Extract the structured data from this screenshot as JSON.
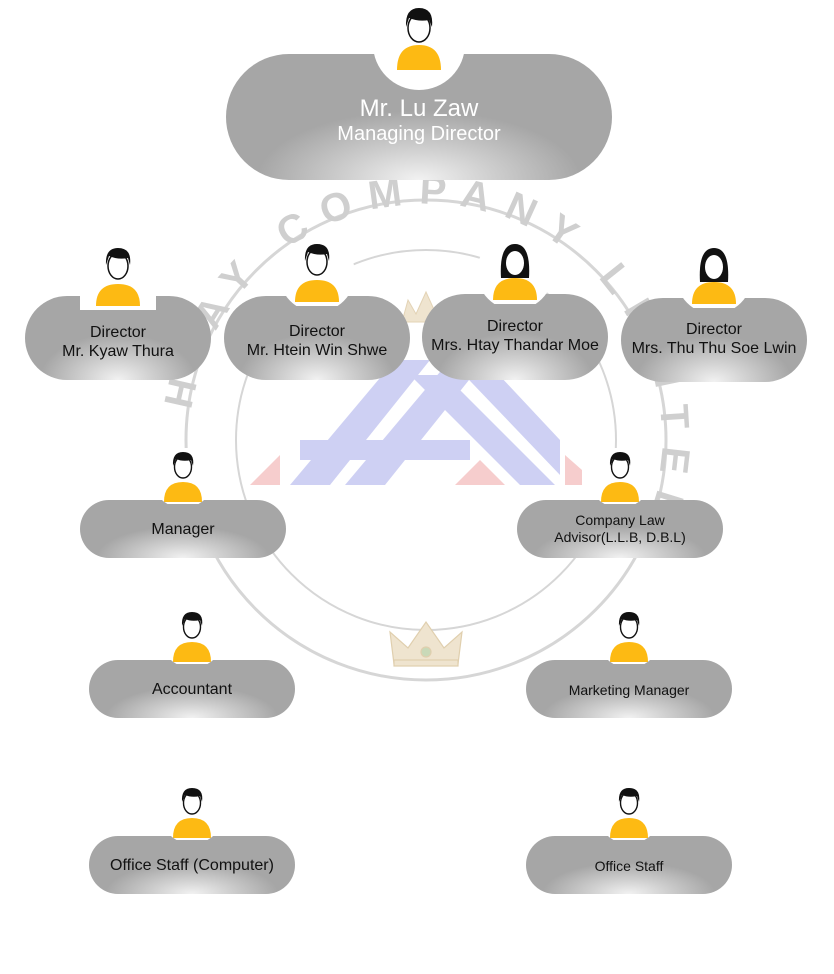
{
  "watermark": {
    "text": "HTAY COMPANY LIMITED",
    "colors": {
      "ring": "#d6d6d6",
      "letters": "#c8c8c8",
      "blue": "#c9ccf2",
      "pink": "#f6c8c8",
      "crown": "#e8dcc6"
    }
  },
  "colors": {
    "pill": "#a6a6a6",
    "pill_highlight": "#f2f2f2",
    "body": "#fdba13",
    "hair": "#111111"
  },
  "nodes": [
    {
      "id": "md",
      "lines": [
        "Mr. Lu Zaw",
        "Managing Director"
      ],
      "icon": "male-person-icon"
    },
    {
      "id": "dir1",
      "lines": [
        "Director",
        "Mr. Kyaw Thura"
      ],
      "icon": "male-person-icon"
    },
    {
      "id": "dir2",
      "lines": [
        "Director",
        "Mr. Htein Win Shwe"
      ],
      "icon": "male-person-icon"
    },
    {
      "id": "dir3",
      "lines": [
        "Director",
        "Mrs. Htay Thandar Moe"
      ],
      "icon": "female-person-icon"
    },
    {
      "id": "dir4",
      "lines": [
        "Director",
        "Mrs. Thu Thu Soe Lwin"
      ],
      "icon": "female-person-icon"
    },
    {
      "id": "manager",
      "lines": [
        "Manager"
      ],
      "icon": "male-person-icon"
    },
    {
      "id": "law",
      "lines": [
        "Company Law",
        "Advisor(L.L.B, D.B.L)"
      ],
      "icon": "male-person-icon"
    },
    {
      "id": "accountant",
      "lines": [
        "Accountant"
      ],
      "icon": "male-person-icon"
    },
    {
      "id": "marketing",
      "lines": [
        "Marketing Manager"
      ],
      "icon": "male-person-icon"
    },
    {
      "id": "staff_computer",
      "lines": [
        "Office Staff (Computer)"
      ],
      "icon": "male-person-icon"
    },
    {
      "id": "staff",
      "lines": [
        "Office Staff"
      ],
      "icon": "male-person-icon"
    }
  ]
}
